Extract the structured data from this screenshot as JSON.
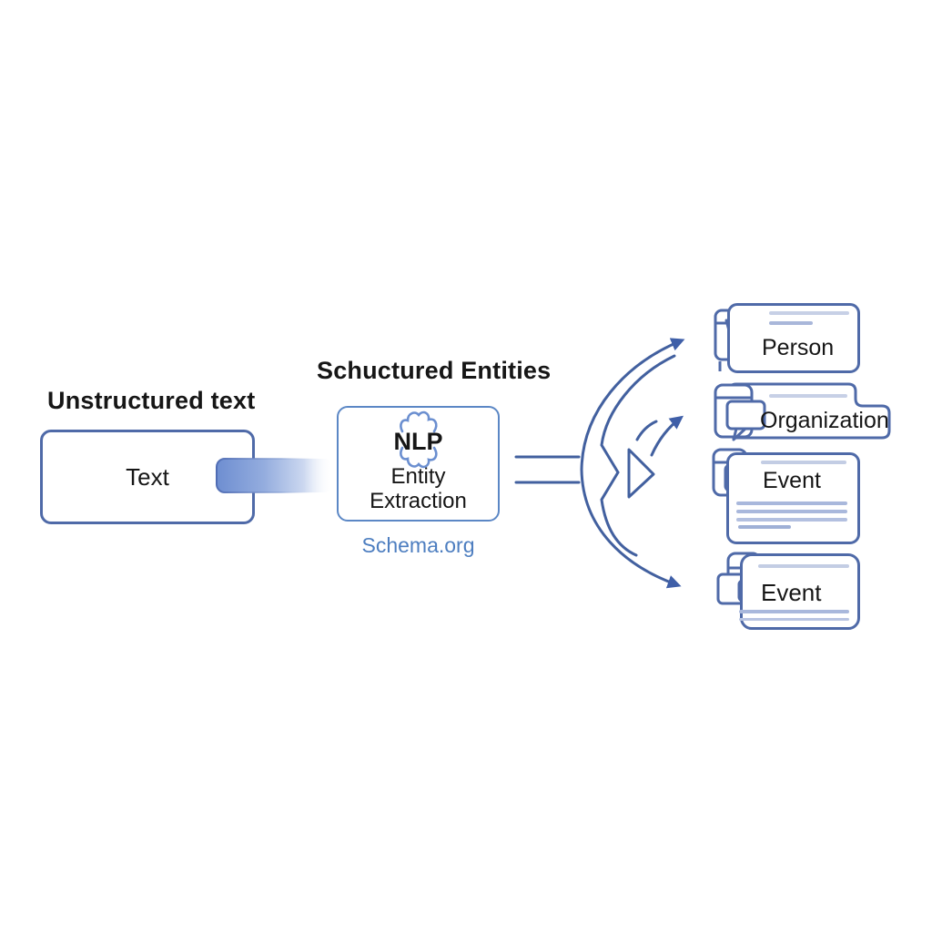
{
  "diagram": {
    "left": {
      "heading": "Unstructured text",
      "box_label": "Text"
    },
    "process": {
      "heading": "Schuctured Entities",
      "box_title": "NLP",
      "box_line1": "Entity",
      "box_line2": "Extraction",
      "caption": "Schema.org",
      "icon": "gear-icon"
    },
    "entities": {
      "cards": [
        {
          "label": "Person",
          "icon": "browser-cursor-icon"
        },
        {
          "label": "Organization",
          "icon": "window-chat-bubble-icon"
        },
        {
          "label": "Event",
          "icon": "window-chat-bubble-icon"
        },
        {
          "label": "Event",
          "icon": "window-layers-icon"
        }
      ]
    },
    "colors": {
      "card_stroke": "#4f6aa8",
      "arrow_stroke": "#42609f",
      "arrowhead_fill": "#3f5fa8",
      "nlp_box_stroke": "#5b87c5",
      "gear_stroke": "#6b8fd0",
      "link_text": "#4d7ec0",
      "band_blue": "#6e8ed1",
      "skeleton_light": "#c7d0e6",
      "skeleton_mid": "#a9b8dc",
      "text": "#161616"
    }
  }
}
